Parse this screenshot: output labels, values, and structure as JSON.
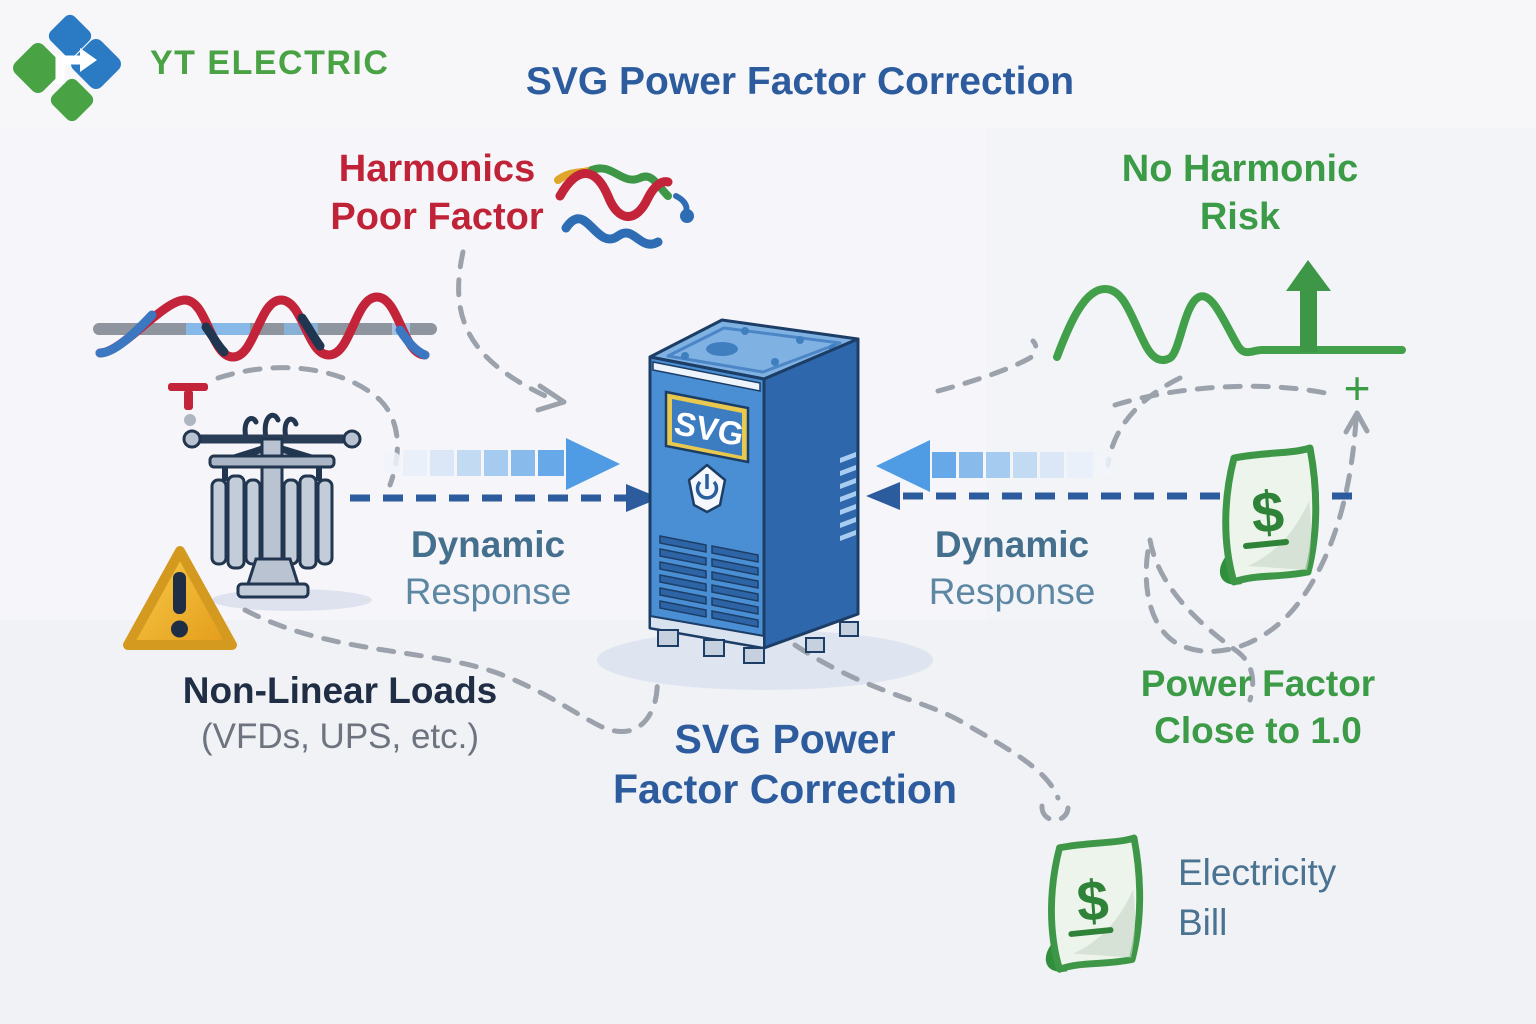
{
  "brand": {
    "name": "YT ELECTRIC"
  },
  "header": {
    "title": "SVG Power Factor Correction"
  },
  "before": {
    "harmonics": {
      "line1": "Harmonics",
      "line2": "Poor Factor"
    },
    "loads": {
      "title": "Non-Linear Loads",
      "subtitle": "(VFDs, UPS, etc.)"
    },
    "dynamic": {
      "line1": "Dynamic",
      "line2": "Response"
    }
  },
  "device": {
    "label": "SVG",
    "caption": {
      "line1": "SVG Power",
      "line2": "Factor Correction"
    }
  },
  "after": {
    "no_harmonic": {
      "line1": "No Harmonic",
      "line2": "Risk"
    },
    "dynamic": {
      "line1": "Dynamic",
      "line2": "Response"
    },
    "power_factor": {
      "line1": "Power Factor",
      "line2": "Close to 1.0"
    },
    "plus": "+",
    "bill": {
      "line1": "Electricity",
      "line2": "Bill",
      "currency": "$"
    }
  },
  "icons": {
    "logo": "yt-electric-logo",
    "tangle": "harmonics-tangle-icon",
    "distorted_wave": "distorted-wave-icon",
    "transformer": "transformer-load-icon",
    "warning": "warning-triangle-icon",
    "cabinet": "svg-cabinet-icon",
    "arrow_right": "gradient-arrow-right-icon",
    "arrow_left": "gradient-arrow-left-icon",
    "clean_wave": "clean-wave-icon",
    "up_arrow": "green-up-arrow-icon",
    "money_bill": "money-bill-icon",
    "electricity_bill": "electricity-bill-icon",
    "plus": "plus-icon"
  },
  "colors": {
    "background": "#f2f3f7",
    "title_blue": "#2d5c9e",
    "alert_red": "#c02337",
    "success_green": "#3c9b46",
    "navy_text": "#1f2d45",
    "gray_text": "#6d737f",
    "dynamic_slate": "#44708e",
    "response_slate": "#5d87a3",
    "bill_text": "#4a7391",
    "dashed_blue": "#2d5c9e",
    "dashed_gray": "#9ba2ac",
    "cabinet_front": "#4a8ed4",
    "cabinet_side": "#2e67ac",
    "cabinet_top": "#7fb2e2",
    "label_gold": "#e8c94e",
    "warning_yellow": "#f6c63f",
    "arrow_blue": "#4f9ce5"
  }
}
